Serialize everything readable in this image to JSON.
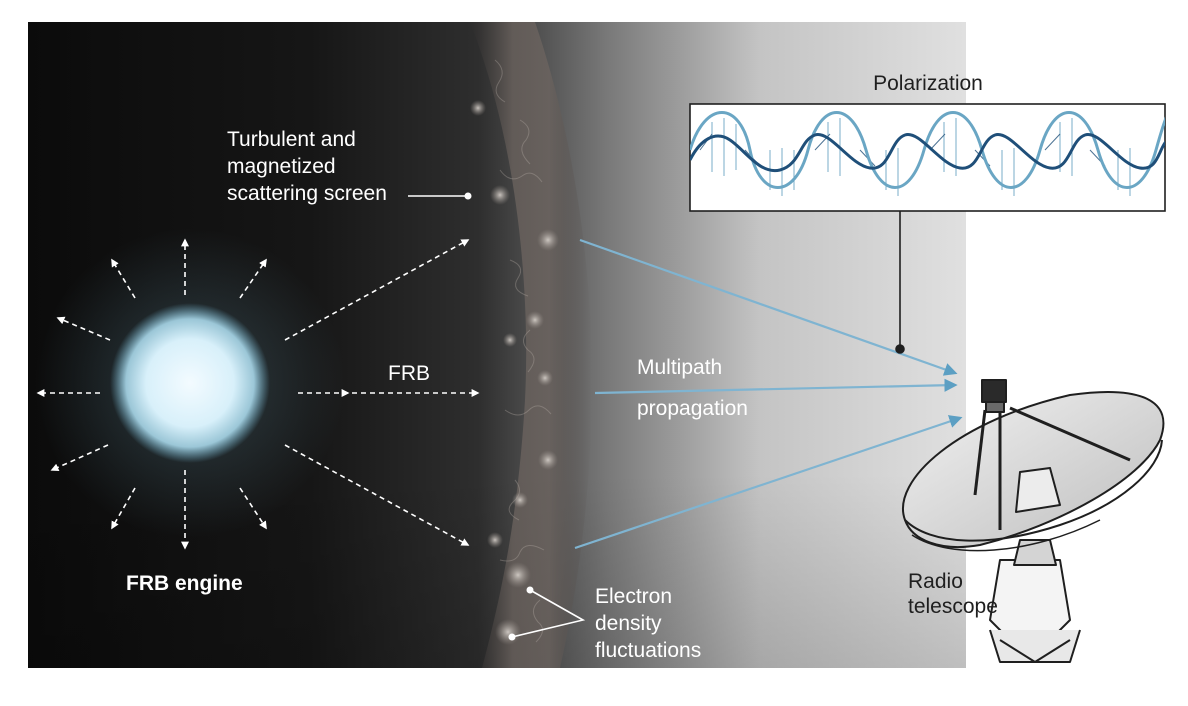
{
  "labels": {
    "polarization": "Polarization",
    "scattering_screen": [
      "Turbulent and",
      "magnetized",
      "scattering screen"
    ],
    "frb": "FRB",
    "frb_engine": "FRB engine",
    "multipath": [
      "Multipath",
      "propagation"
    ],
    "electron_density": [
      "Electron",
      "density",
      "fluctuations"
    ],
    "radio_telescope": [
      "Radio",
      "telescope"
    ]
  },
  "colors": {
    "background_dark": "#0b0b0b",
    "background_light": "#dedede",
    "ray_blue": "#6fa9c8",
    "wave_light": "#6aa6c4",
    "wave_dark": "#1f4f79",
    "engine_glow": "#dff3fb",
    "label_light": "#ffffff",
    "label_dark": "#1f1f1f"
  },
  "icons": {
    "engine": "glowing-sphere",
    "telescope": "radio-dish-telescope",
    "wave": "polarized-helix-wave"
  }
}
